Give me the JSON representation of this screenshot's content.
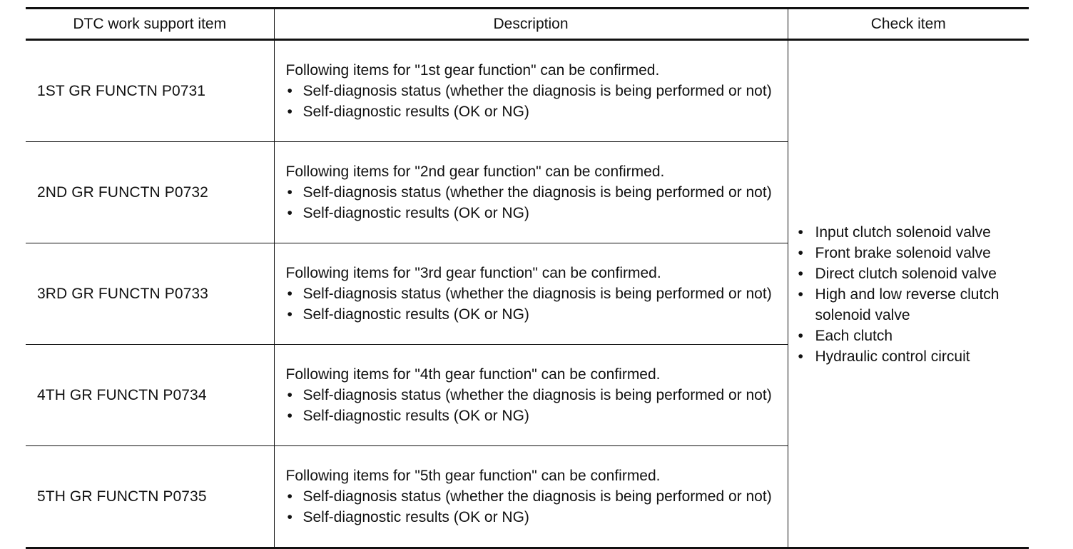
{
  "table": {
    "headers": [
      "DTC work support item",
      "Description",
      "Check item"
    ],
    "rows": [
      {
        "item": "1ST GR FUNCTN P0731",
        "intro": "Following items for \"1st gear function\" can be confirmed.",
        "bullets": [
          "Self-diagnosis status (whether the diagnosis is being performed or not)",
          "Self-diagnostic results (OK or NG)"
        ]
      },
      {
        "item": "2ND GR FUNCTN P0732",
        "intro": "Following items for \"2nd gear function\" can be confirmed.",
        "bullets": [
          "Self-diagnosis status (whether the diagnosis is being performed or not)",
          "Self-diagnostic results (OK or NG)"
        ]
      },
      {
        "item": "3RD GR FUNCTN P0733",
        "intro": "Following items for \"3rd gear function\" can be confirmed.",
        "bullets": [
          "Self-diagnosis status (whether the diagnosis is being performed or not)",
          "Self-diagnostic results (OK or NG)"
        ]
      },
      {
        "item": "4TH GR FUNCTN P0734",
        "intro": "Following items for \"4th gear function\" can be confirmed.",
        "bullets": [
          "Self-diagnosis status (whether the diagnosis is being performed or not)",
          "Self-diagnostic results (OK or NG)"
        ]
      },
      {
        "item": "5TH GR FUNCTN P0735",
        "intro": "Following items for \"5th gear function\" can be confirmed.",
        "bullets": [
          "Self-diagnosis status (whether the diagnosis is being performed or not)",
          "Self-diagnostic results (OK or NG)"
        ]
      }
    ],
    "check_items": [
      "Input clutch solenoid valve",
      "Front brake solenoid valve",
      "Direct clutch solenoid valve",
      "High and low reverse clutch solenoid valve",
      "Each clutch",
      "Hydraulic control circuit"
    ],
    "bullet_glyph": "•"
  }
}
